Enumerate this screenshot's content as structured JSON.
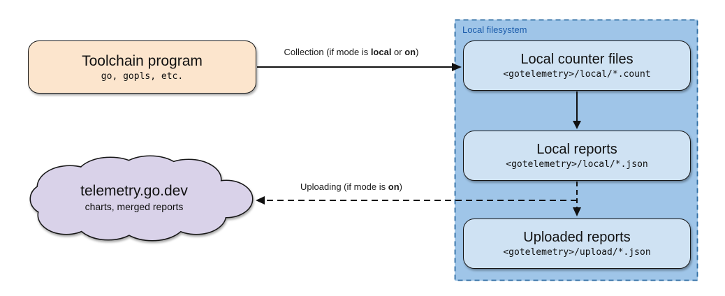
{
  "diagram": {
    "toolchain": {
      "title": "Toolchain program",
      "subtitle": "go, gopls, etc."
    },
    "collection_label": {
      "prefix": "Collection (if mode is ",
      "bold1": "local",
      "mid": " or ",
      "bold2": "on",
      "suffix": ")"
    },
    "uploading_label": {
      "prefix": "Uploading (if mode is ",
      "bold1": "on",
      "suffix": ")"
    },
    "filesystem": {
      "label": "Local filesystem",
      "nodes": [
        {
          "title": "Local counter files",
          "subtitle": "<gotelemetry>/local/*.count"
        },
        {
          "title": "Local reports",
          "subtitle": "<gotelemetry>/local/*.json"
        },
        {
          "title": "Uploaded reports",
          "subtitle": "<gotelemetry>/upload/*.json"
        }
      ]
    },
    "cloud": {
      "title": "telemetry.go.dev",
      "subtitle": "charts, merged reports"
    },
    "colors": {
      "toolchain_fill": "#fce5cd",
      "container_fill": "#9fc5e8",
      "container_border": "#2e6da4",
      "node_fill": "#cfe2f3",
      "cloud_fill": "#d9d2e9",
      "label_blue": "#1b5cab",
      "line_color": "#111111"
    }
  }
}
